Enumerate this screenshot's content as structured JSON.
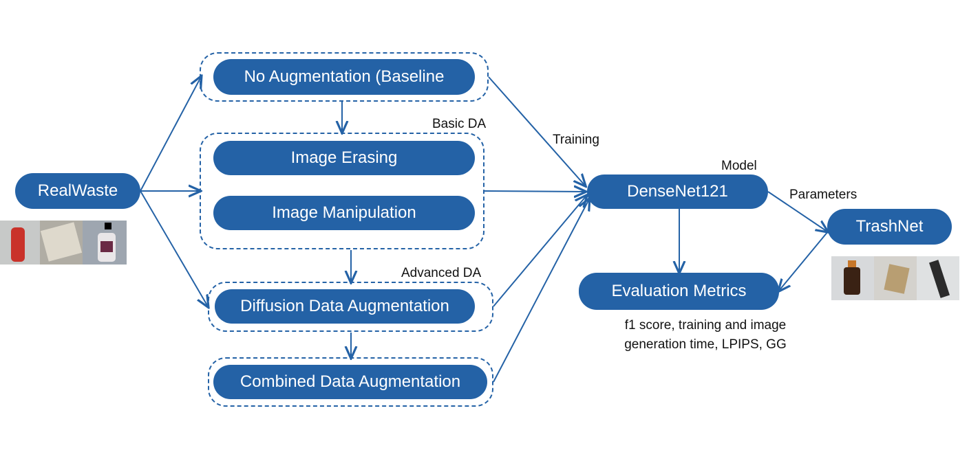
{
  "source": {
    "label": "RealWaste"
  },
  "pipeline": {
    "baseline": "No Augmentation (Baseline",
    "basic_da": {
      "title": "Basic DA",
      "items": [
        "Image Erasing",
        "Image Manipulation"
      ]
    },
    "advanced_da": {
      "title": "Advanced DA",
      "item": "Diffusion Data Augmentation"
    },
    "combined": "Combined Data Augmentation"
  },
  "edges": {
    "training": "Training",
    "model": "Model",
    "parameters": "Parameters"
  },
  "model": {
    "label": "DenseNet121"
  },
  "target": {
    "label": "TrashNet"
  },
  "evaluation": {
    "label": "Evaluation Metrics",
    "caption_line1": "f1 score, training and image",
    "caption_line2": "generation time, LPIPS, GG"
  },
  "colors": {
    "accent": "#2462a6",
    "text_on_accent": "#ffffff"
  }
}
